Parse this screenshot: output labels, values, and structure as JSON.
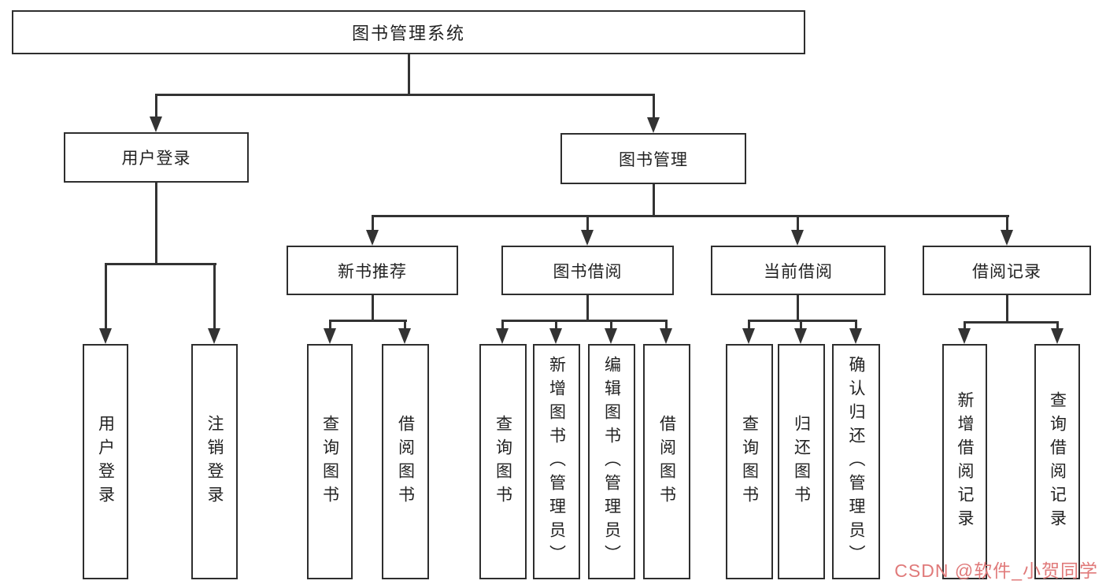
{
  "colors": {
    "line": "#333333",
    "box_border": "#2e2e2e",
    "text": "#222222",
    "background": "#ffffff"
  },
  "watermark": {
    "text": "CSDN @软件_小贺同学",
    "color": "#e07a7a"
  },
  "tree": {
    "label": "图书管理系统",
    "children": [
      {
        "label": "用户登录",
        "children": [
          {
            "label": "用户登录"
          },
          {
            "label": "注销登录"
          }
        ]
      },
      {
        "label": "图书管理",
        "children": [
          {
            "label": "新书推荐",
            "children": [
              {
                "label": "查询图书"
              },
              {
                "label": "借阅图书"
              }
            ]
          },
          {
            "label": "图书借阅",
            "children": [
              {
                "label": "查询图书"
              },
              {
                "label": "新增图书（管理员）"
              },
              {
                "label": "编辑图书（管理员）"
              },
              {
                "label": "借阅图书"
              }
            ]
          },
          {
            "label": "当前借阅",
            "children": [
              {
                "label": "查询图书"
              },
              {
                "label": "归还图书"
              },
              {
                "label": "确认归还（管理员）"
              }
            ]
          },
          {
            "label": "借阅记录",
            "children": [
              {
                "label": "新增借阅记录"
              },
              {
                "label": "查询借阅记录"
              }
            ]
          }
        ]
      }
    ]
  }
}
